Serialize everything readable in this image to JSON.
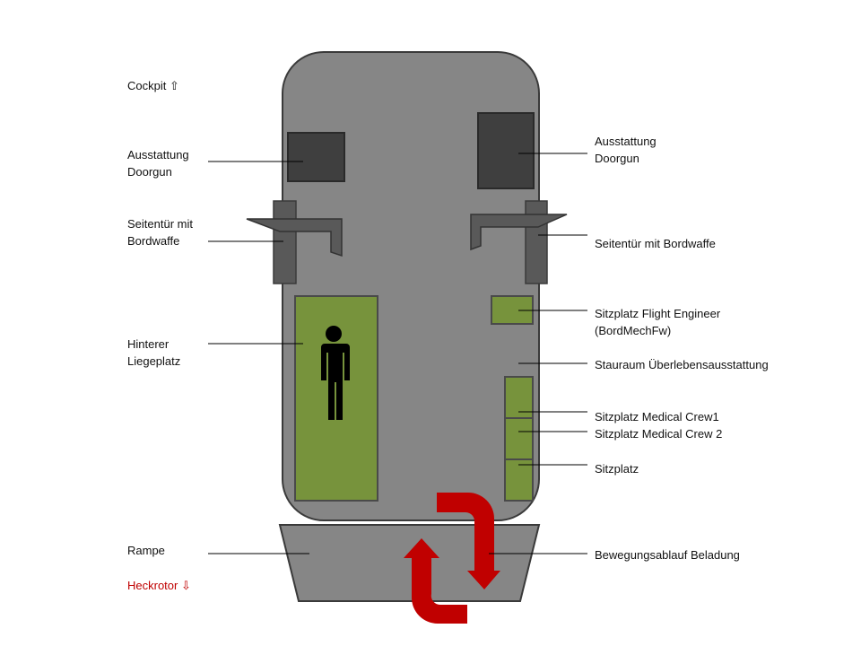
{
  "colors": {
    "body": "#868686",
    "outline": "#3a3a3a",
    "equipment": "#3f3f3f",
    "seat": "#77933c",
    "arrow": "#c00000",
    "tail_label": "#c00000"
  },
  "labels_left": {
    "cockpit": "Cockpit ⇧",
    "doorgun_l1": "Ausstattung",
    "doorgun_l2": "Doorgun",
    "door_l1": "Seitentür mit",
    "door_l2": "Bordwaffe",
    "litter_l1": "Hinterer",
    "litter_l2": "Liegeplatz",
    "ramp": "Rampe",
    "tail": "Heckrotor ⇩"
  },
  "labels_right": {
    "doorgun_l1": "Ausstattung",
    "doorgun_l2": "Doorgun",
    "door": "Seitentür mit Bordwaffe",
    "fe_l1": "Sitzplatz Flight Engineer",
    "fe_l2": "(BordMechFw)",
    "storage": "Stauraum Überlebensausstattung",
    "medic1": "Sitzplatz Medical Crew1",
    "medic2": "Sitzplatz Medical Crew 2",
    "seat": "Sitzplatz",
    "loading": "Bewegungsablauf Beladung"
  }
}
